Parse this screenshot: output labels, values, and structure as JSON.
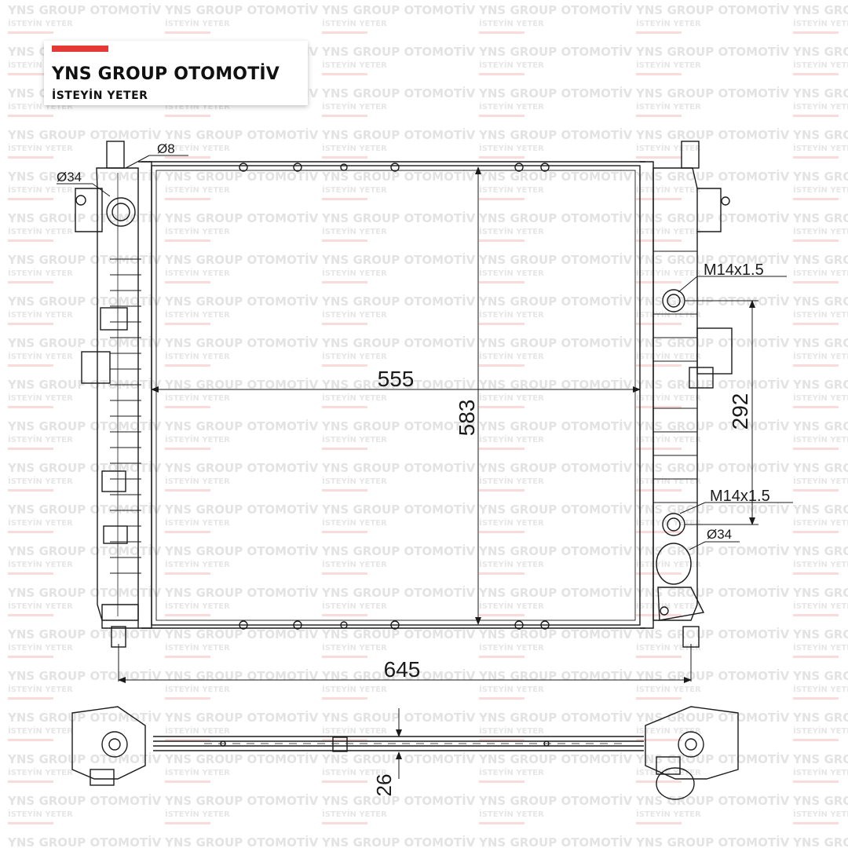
{
  "brand": {
    "name": "YNS GROUP OTOMOTİV",
    "tagline": "İSTEYİN YETER",
    "accent_color": "#e53935"
  },
  "watermark": {
    "line1": "YNS GROUP OTOMOTİV",
    "line2": "İSTEYİN YETER"
  },
  "dimensions": {
    "core_width": "555",
    "core_height": "583",
    "overall_width": "645",
    "port_spacing": "292",
    "thickness": "26",
    "thread_upper": "M14x1.5",
    "thread_lower": "M14x1.5",
    "inlet_dia_left": "Ø34",
    "outlet_dia_right": "Ø34",
    "vent_dia": "Ø8"
  }
}
